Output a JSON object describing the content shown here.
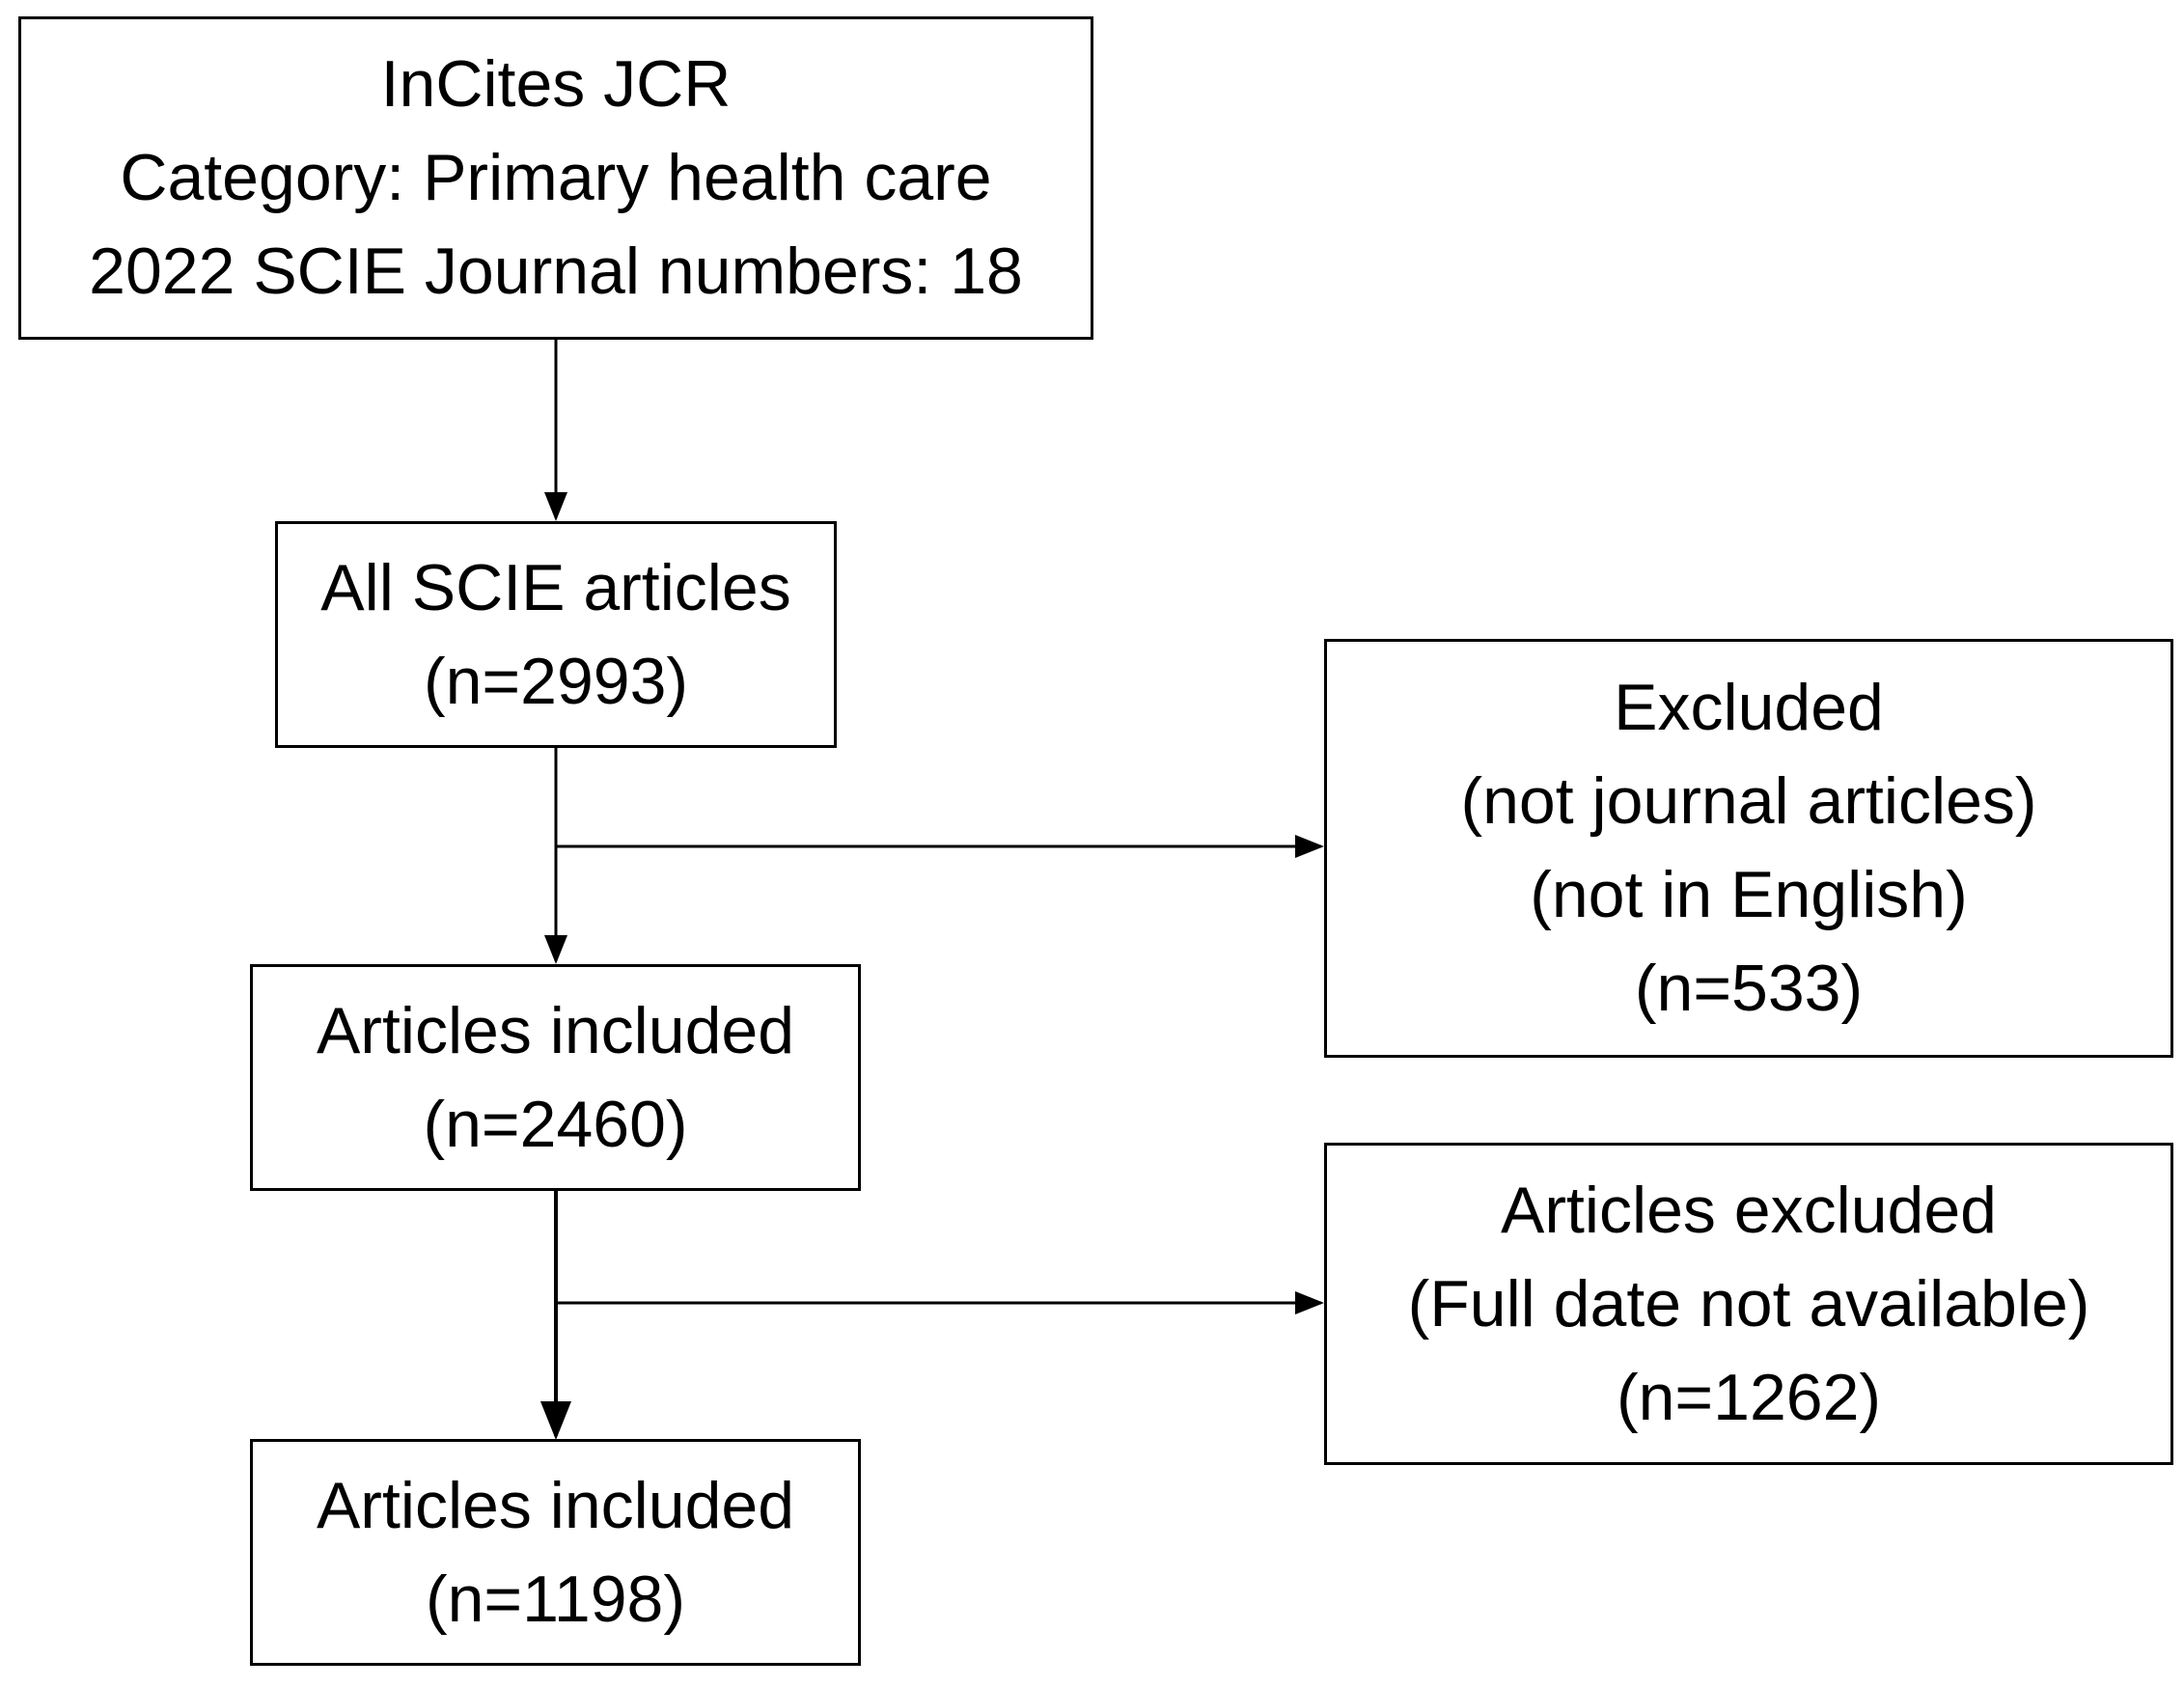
{
  "boxes": {
    "source": {
      "line1": "InCites JCR",
      "line2": "Category: Primary health care",
      "line3": "2022 SCIE Journal numbers: 18"
    },
    "all_articles": {
      "line1": "All SCIE articles",
      "line2": "(n=2993)"
    },
    "excluded_1": {
      "line1": "Excluded",
      "line2": "(not journal articles)",
      "line3": "(not in English)",
      "line4": "(n=533)"
    },
    "included_1": {
      "line1": "Articles included",
      "line2": "(n=2460)"
    },
    "excluded_2": {
      "line1": "Articles excluded",
      "line2": "(Full date not available)",
      "line3": "(n=1262)"
    },
    "included_2": {
      "line1": "Articles included",
      "line2": "(n=1198)"
    }
  },
  "colors": {
    "stroke": "#000000",
    "background": "#ffffff"
  }
}
